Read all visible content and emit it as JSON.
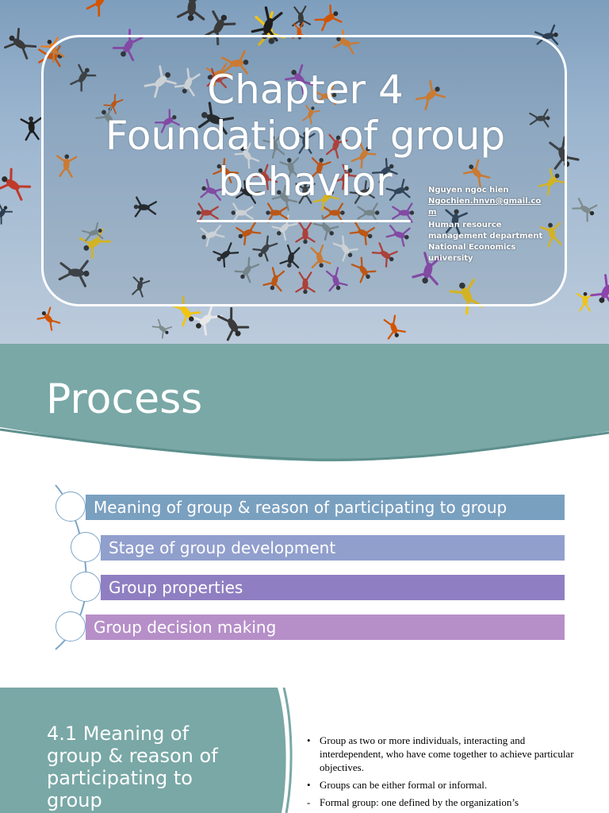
{
  "slide1": {
    "title_lines": [
      "Chapter 4",
      "Foundation of group",
      "behavior"
    ],
    "author": {
      "name": "Nguyen ngoc hien",
      "email": "Ngochien.hnvn@gmail.com",
      "department": "Human resource management department",
      "university": "National Economics university"
    }
  },
  "slide2": {
    "title": "Process",
    "steps": [
      {
        "label": "Meaning of group & reason of participating to group",
        "color": "#7aa0c0"
      },
      {
        "label": "Stage of group development",
        "color": "#919fcd"
      },
      {
        "label": "Group properties",
        "color": "#8f7fc2"
      },
      {
        "label": "Group decision making",
        "color": "#b68fc8"
      }
    ]
  },
  "slide3": {
    "section_title": "4.1 Meaning of group & reason of participating to group",
    "bullets": [
      {
        "marker": "•",
        "text": "Group as two or more individuals, interacting and interdependent, who have come together to achieve particular objectives."
      },
      {
        "marker": "•",
        "text": "Groups can be either formal or informal."
      },
      {
        "marker": "-",
        "text": "Formal group:  one defined by the organization’s"
      }
    ]
  },
  "colors": {
    "teal": "#79a8a6",
    "sky_top": "#7e9ebd",
    "white": "#ffffff"
  }
}
